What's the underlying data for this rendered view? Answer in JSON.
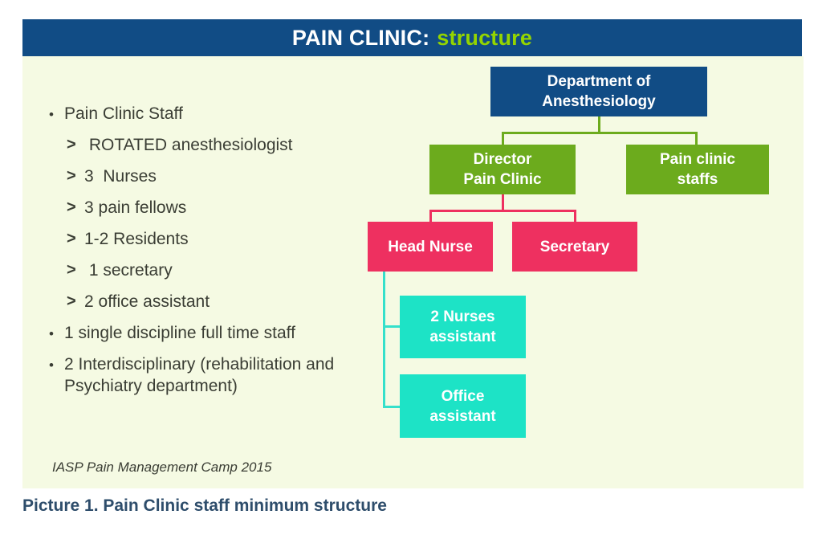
{
  "title": {
    "prefix": "PAIN CLINIC:",
    "accent": "structure"
  },
  "staff_list": {
    "items": [
      {
        "marker": "•",
        "text": "Pain Clinic Staff"
      },
      {
        "marker": ">",
        "text": " ROTATED anesthesiologist"
      },
      {
        "marker": ">",
        "text": "3  Nurses"
      },
      {
        "marker": ">",
        "text": "3 pain fellows"
      },
      {
        "marker": ">",
        "text": "1-2 Residents"
      },
      {
        "marker": ">",
        "text": " 1 secretary"
      },
      {
        "marker": ">",
        "text": "2 office assistant"
      },
      {
        "marker": "•",
        "text": "1 single discipline full time staff"
      },
      {
        "marker": "•",
        "text": "2 Interdisciplinary (rehabilitation and Psychiatry department)"
      }
    ]
  },
  "source_note": "IASP Pain Management Camp 2015",
  "caption": "Picture 1. Pain Clinic staff minimum structure",
  "org_chart": {
    "nodes": {
      "department": {
        "label": "Department of\nAnesthesiology",
        "color": "#114c85"
      },
      "director": {
        "label": "Director\nPain Clinic",
        "color": "#6cab1d"
      },
      "staffs": {
        "label": "Pain clinic\nstaffs",
        "color": "#6cab1d"
      },
      "head_nurse": {
        "label": "Head Nurse",
        "color": "#ee3060"
      },
      "secretary": {
        "label": "Secretary",
        "color": "#ee3060"
      },
      "nurses_assistant": {
        "label": "2 Nurses\nassistant",
        "color": "#1de3c6"
      },
      "office_assistant": {
        "label": "Office\nassistant",
        "color": "#1de3c6"
      }
    }
  },
  "colors": {
    "header_blue": "#114c85",
    "title_accent_green": "#94d500",
    "box_green": "#6cab1d",
    "box_pink": "#ee3060",
    "box_cyan": "#1de3c6",
    "connector_cyan": "#35e0cb",
    "slide_background": "#f5fae3",
    "caption_blue": "#2e4d6b",
    "body_text": "#3a3d34"
  }
}
